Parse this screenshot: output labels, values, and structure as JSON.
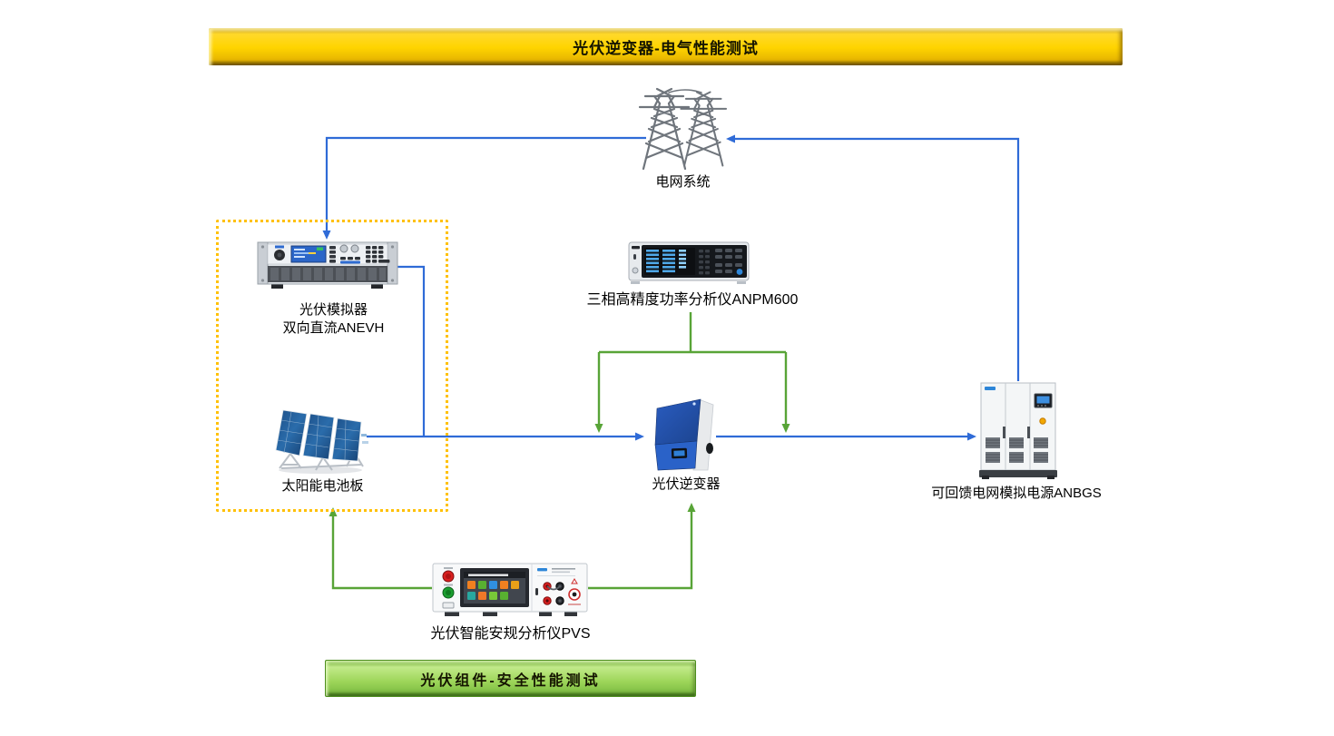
{
  "banners": {
    "top": "光伏逆变器-电气性能测试",
    "bottom": "光伏组件-安全性能测试"
  },
  "nodes": {
    "grid_system": {
      "label": "电网系统"
    },
    "pv_simulator": {
      "label_line1": "光伏模拟器",
      "label_line2": "双向直流ANEVH"
    },
    "power_analyzer": {
      "label": "三相高精度功率分析仪ANPM600"
    },
    "solar_panel": {
      "label": "太阳能电池板"
    },
    "pv_inverter": {
      "label": "光伏逆变器"
    },
    "grid_simulator": {
      "label": "可回馈电网模拟电源ANBGS"
    },
    "safety_analyzer": {
      "label": "光伏智能安规分析仪PVS"
    }
  },
  "colors": {
    "banner_top_yellow": "#FFD400",
    "banner_bottom_green": "#9ED65A",
    "connector_blue": "#2F6BD7",
    "connector_green": "#58A437",
    "dashed_border_orange": "#FFC107",
    "tower_gray": "#6F757C"
  }
}
